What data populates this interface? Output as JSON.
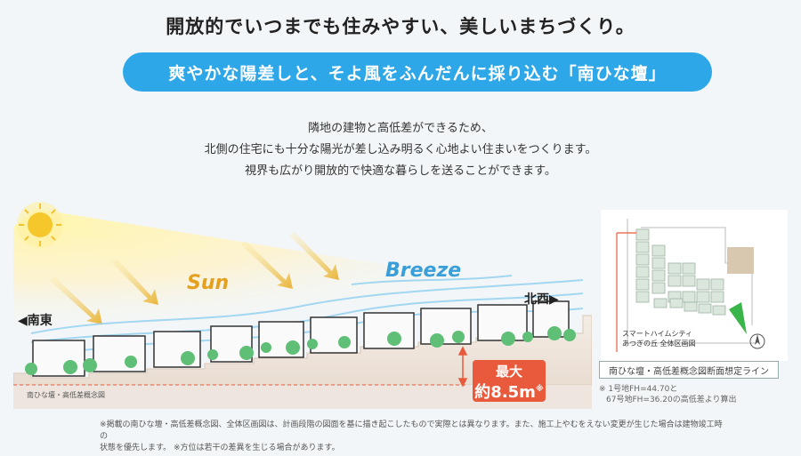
{
  "title": "開放的でいつまでも住みやすい、美しいまちづくり。",
  "banner": "爽やかな陽差しと、そよ風をふんだんに採り込む「南ひな壇」",
  "description": [
    "隣地の建物と高低差ができるため、",
    "北側の住宅にも十分な陽光が差し込み明るく心地よい住まいをつくります。",
    "視界も広がり開放的で快適な暮らしを送ることができます。"
  ],
  "diagram": {
    "sun_label": "Sun",
    "breeze_label": "Breeze",
    "southeast_label": "◀南東",
    "northwest_label": "北西▶",
    "section_caption": "南ひな壇・高低差概念図",
    "badge_top": "最大",
    "badge_bottom": "約8.5m",
    "badge_note": "※"
  },
  "map": {
    "title_line1": "スマートハイムシティ",
    "title_line2": "あつぎの丘 全体区画図",
    "caption": "南ひな壇・高低差概念図断面想定ライン",
    "note_line1": "※ 1号地FH=44.70と",
    "note_line2": "67号地FH=36.20の高低差より算出"
  },
  "footer": [
    "※掲載の南ひな壇・高低差概念図、全体区画図は、計画段階の図面を基に描き起こしたもので実際とは異なります。また、施工上やむをえない変更が生じた場合は建物竣工時の",
    "状態を優先します。 ※方位は若干の差異を生じる場合があります。"
  ],
  "colors": {
    "banner": "#2da7e8",
    "badge": "#e85a3b",
    "sun_text": "#e6a020",
    "breeze_text": "#3a9fd8",
    "plot_green": "#3ab54a"
  }
}
